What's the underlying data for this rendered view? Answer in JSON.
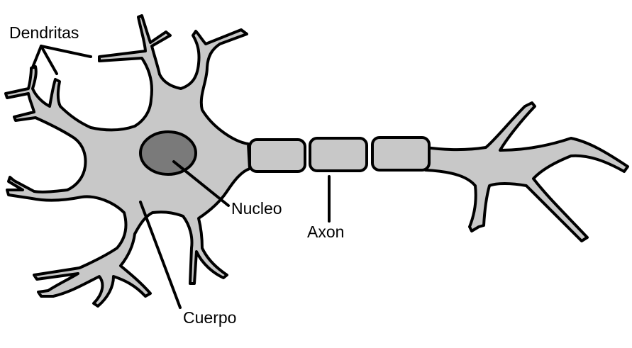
{
  "labels": {
    "dendritas": "Dendritas",
    "nucleo": "Nucleo",
    "axon": "Axon",
    "cuerpo": "Cuerpo"
  },
  "colors": {
    "cell_fill": "#c8c8c8",
    "nucleus_fill": "#7a7a7a",
    "outline": "#000000",
    "background": "#ffffff"
  }
}
